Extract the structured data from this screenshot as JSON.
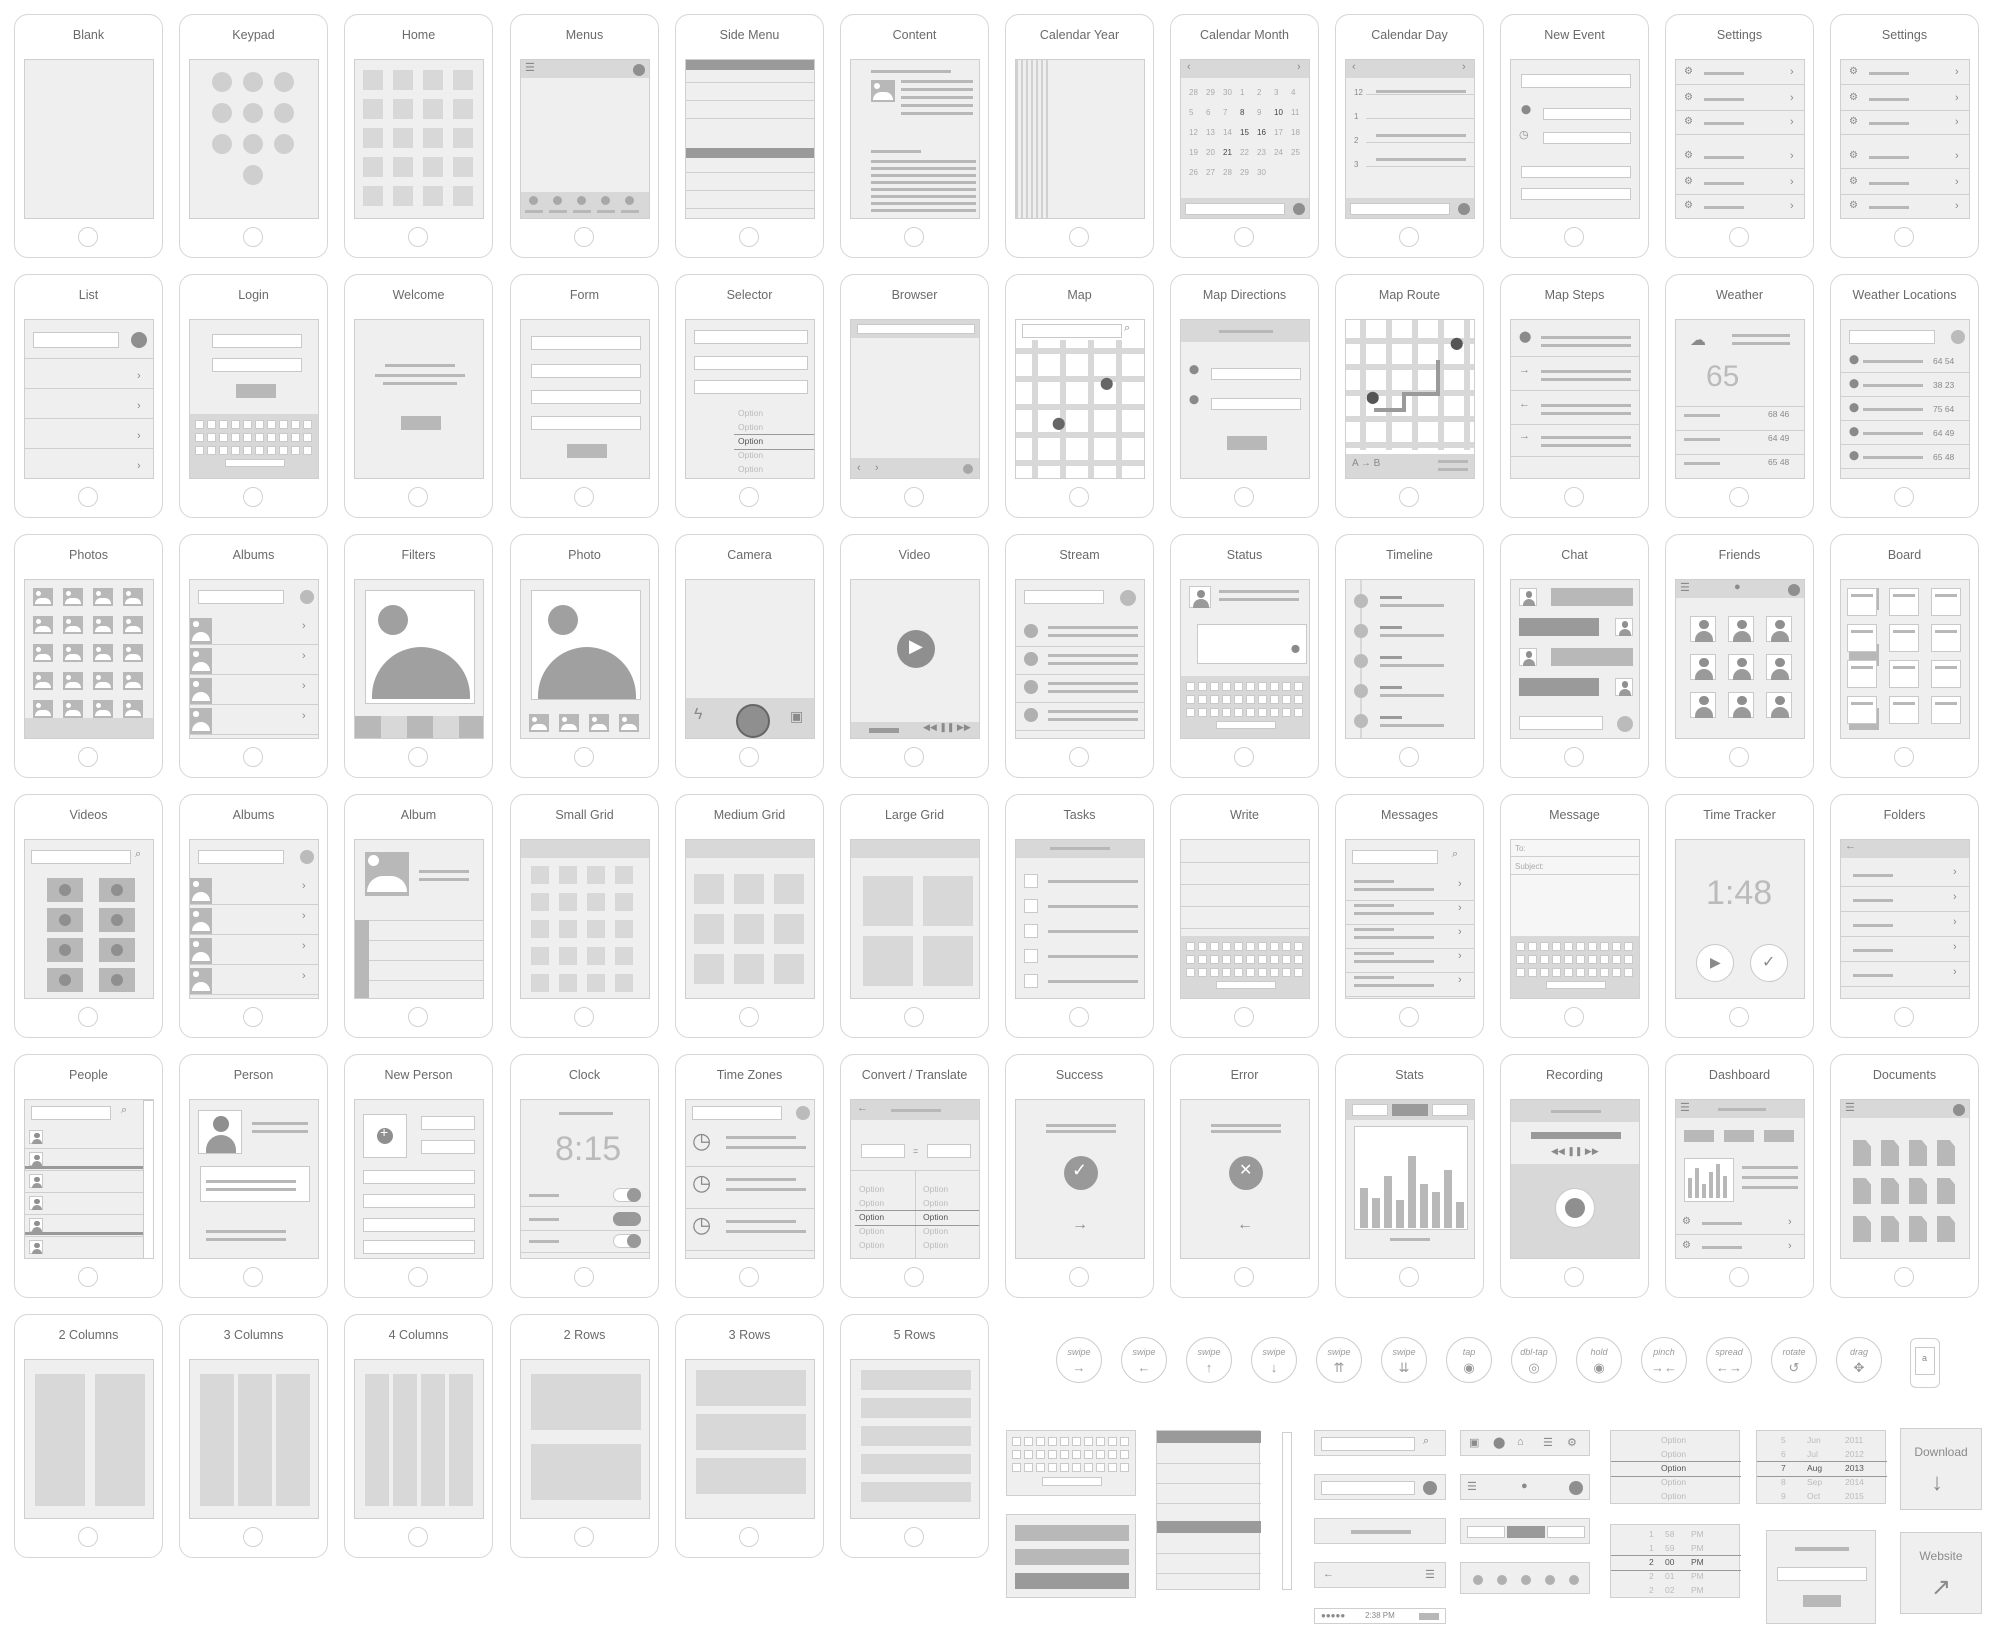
{
  "screens": [
    "Blank",
    "Keypad",
    "Home",
    "Menus",
    "Side Menu",
    "Content",
    "Calendar Year",
    "Calendar Month",
    "Calendar Day",
    "New Event",
    "Settings",
    "Settings",
    "List",
    "Login",
    "Welcome",
    "Form",
    "Selector",
    "Browser",
    "Map",
    "Map Directions",
    "Map Route",
    "Map Steps",
    "Weather",
    "Weather Locations",
    "Photos",
    "Albums",
    "Filters",
    "Photo",
    "Camera",
    "Video",
    "Stream",
    "Status",
    "Timeline",
    "Chat",
    "Friends",
    "Board",
    "Videos",
    "Albums",
    "Album",
    "Small Grid",
    "Medium Grid",
    "Large Grid",
    "Tasks",
    "Write",
    "Messages",
    "Message",
    "Time Tracker",
    "Folders",
    "People",
    "Person",
    "New Person",
    "Clock",
    "Time Zones",
    "Convert / Translate",
    "Success",
    "Error",
    "Stats",
    "Recording",
    "Dashboard",
    "Documents",
    "2 Columns",
    "3 Columns",
    "4 Columns",
    "2 Rows",
    "3 Rows",
    "5 Rows"
  ],
  "content": {
    "weather_temp": "65",
    "weather_rows": [
      "68 46",
      "64 49",
      "65 48"
    ],
    "weather_locations": [
      "64 54",
      "38 23",
      "75 64",
      "64 49",
      "65 48"
    ],
    "time_tracker": "1:48",
    "clock_time": "8:15",
    "option": "Option",
    "message_to": "To:",
    "message_subject": "Subject:",
    "equals": "="
  },
  "calendar_month": [
    [
      "28",
      "29",
      "30",
      "1",
      "2",
      "3",
      "4"
    ],
    [
      "5",
      "6",
      "7",
      "8",
      "9",
      "10",
      "11"
    ],
    [
      "12",
      "13",
      "14",
      "15",
      "16",
      "17",
      "18"
    ],
    [
      "19",
      "20",
      "21",
      "22",
      "23",
      "24",
      "25"
    ],
    [
      "26",
      "27",
      "28",
      "29",
      "30",
      "",
      ""
    ]
  ],
  "calendar_day_hours": [
    "12",
    "1",
    "2",
    "3"
  ],
  "gestures": [
    {
      "label": "swipe",
      "sym": "→"
    },
    {
      "label": "swipe",
      "sym": "←"
    },
    {
      "label": "swipe",
      "sym": "↑"
    },
    {
      "label": "swipe",
      "sym": "↓"
    },
    {
      "label": "swipe",
      "sym": "⇈"
    },
    {
      "label": "swipe",
      "sym": "⇊"
    },
    {
      "label": "tap",
      "sym": "◉"
    },
    {
      "label": "dbl-tap",
      "sym": "◎"
    },
    {
      "label": "hold",
      "sym": "◉"
    },
    {
      "label": "pinch",
      "sym": "→←"
    },
    {
      "label": "spread",
      "sym": "←→"
    },
    {
      "label": "rotate",
      "sym": "↺"
    },
    {
      "label": "drag",
      "sym": "✥"
    }
  ],
  "components": {
    "date_picker": [
      [
        "5",
        "Jun",
        "2011"
      ],
      [
        "6",
        "Jul",
        "2012"
      ],
      [
        "7",
        "Aug",
        "2013"
      ],
      [
        "8",
        "Sep",
        "2014"
      ],
      [
        "9",
        "Oct",
        "2015"
      ]
    ],
    "time_picker": [
      [
        "1",
        "58",
        "PM"
      ],
      [
        "1",
        "59",
        "PM"
      ],
      [
        "2",
        "00",
        "PM"
      ],
      [
        "2",
        "01",
        "PM"
      ],
      [
        "2",
        "02",
        "PM"
      ]
    ],
    "status_time": "2:38 PM",
    "download": "Download",
    "website": "Website",
    "small_phone": "a"
  },
  "colors": {
    "line": "#cfcfcf",
    "fill": "#efefef",
    "mid": "#b8b8b8",
    "dark": "#8f8f8f"
  }
}
